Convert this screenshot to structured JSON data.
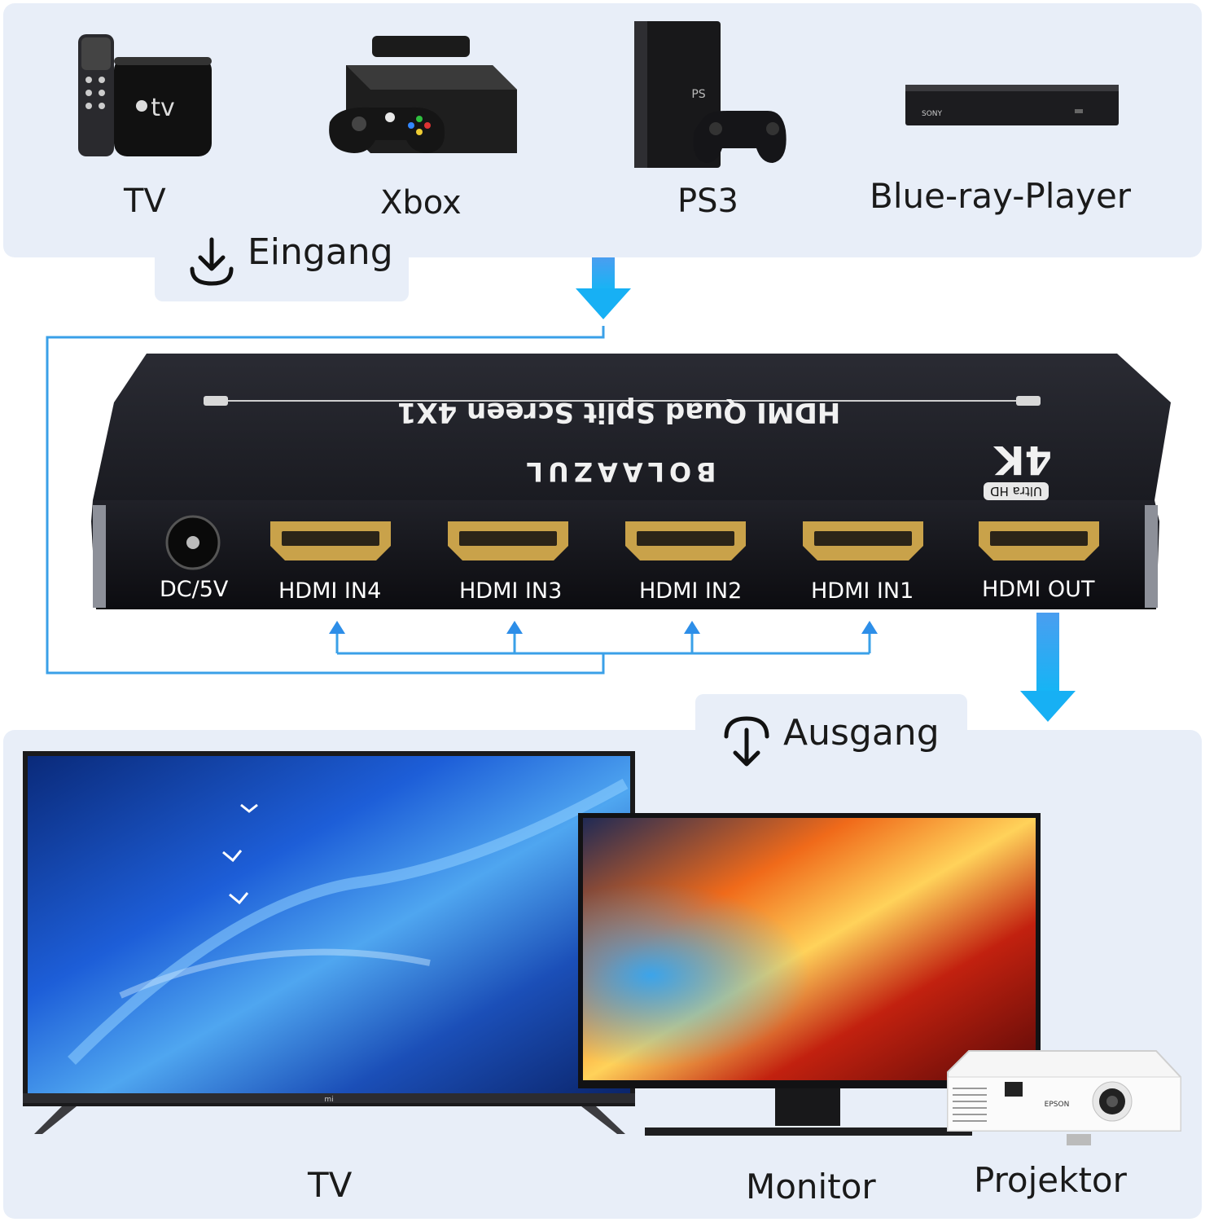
{
  "input_section": {
    "heading": "Eingang",
    "devices": [
      {
        "label": "TV",
        "icon": "apple-tv-icon"
      },
      {
        "label": "Xbox",
        "icon": "xbox-console-icon"
      },
      {
        "label": "PS3",
        "icon": "playstation-console-icon"
      },
      {
        "label": "Blue-ray-Player",
        "icon": "bluray-player-icon"
      }
    ]
  },
  "switch": {
    "brand": "BOLAAZUL",
    "model_text": "HDMI Quad Split Screen 4X1",
    "badge_big": "4K",
    "badge_small": "Ultra HD",
    "ports": [
      "DC/5V",
      "HDMI IN4",
      "HDMI IN3",
      "HDMI IN2",
      "HDMI IN1",
      "HDMI OUT"
    ]
  },
  "output_section": {
    "heading": "Ausgang",
    "devices": [
      {
        "label": "TV",
        "icon": "tv-icon"
      },
      {
        "label": "Monitor",
        "icon": "monitor-icon"
      },
      {
        "label": "Projektor",
        "icon": "projector-icon"
      }
    ],
    "tv_logo": "mi",
    "projector_brand": "EPSON"
  },
  "colors": {
    "panel": "#e8eef8",
    "arrow": "#1e8fe6",
    "wire": "#3aa0e8",
    "device_body": "#1b1c22"
  }
}
